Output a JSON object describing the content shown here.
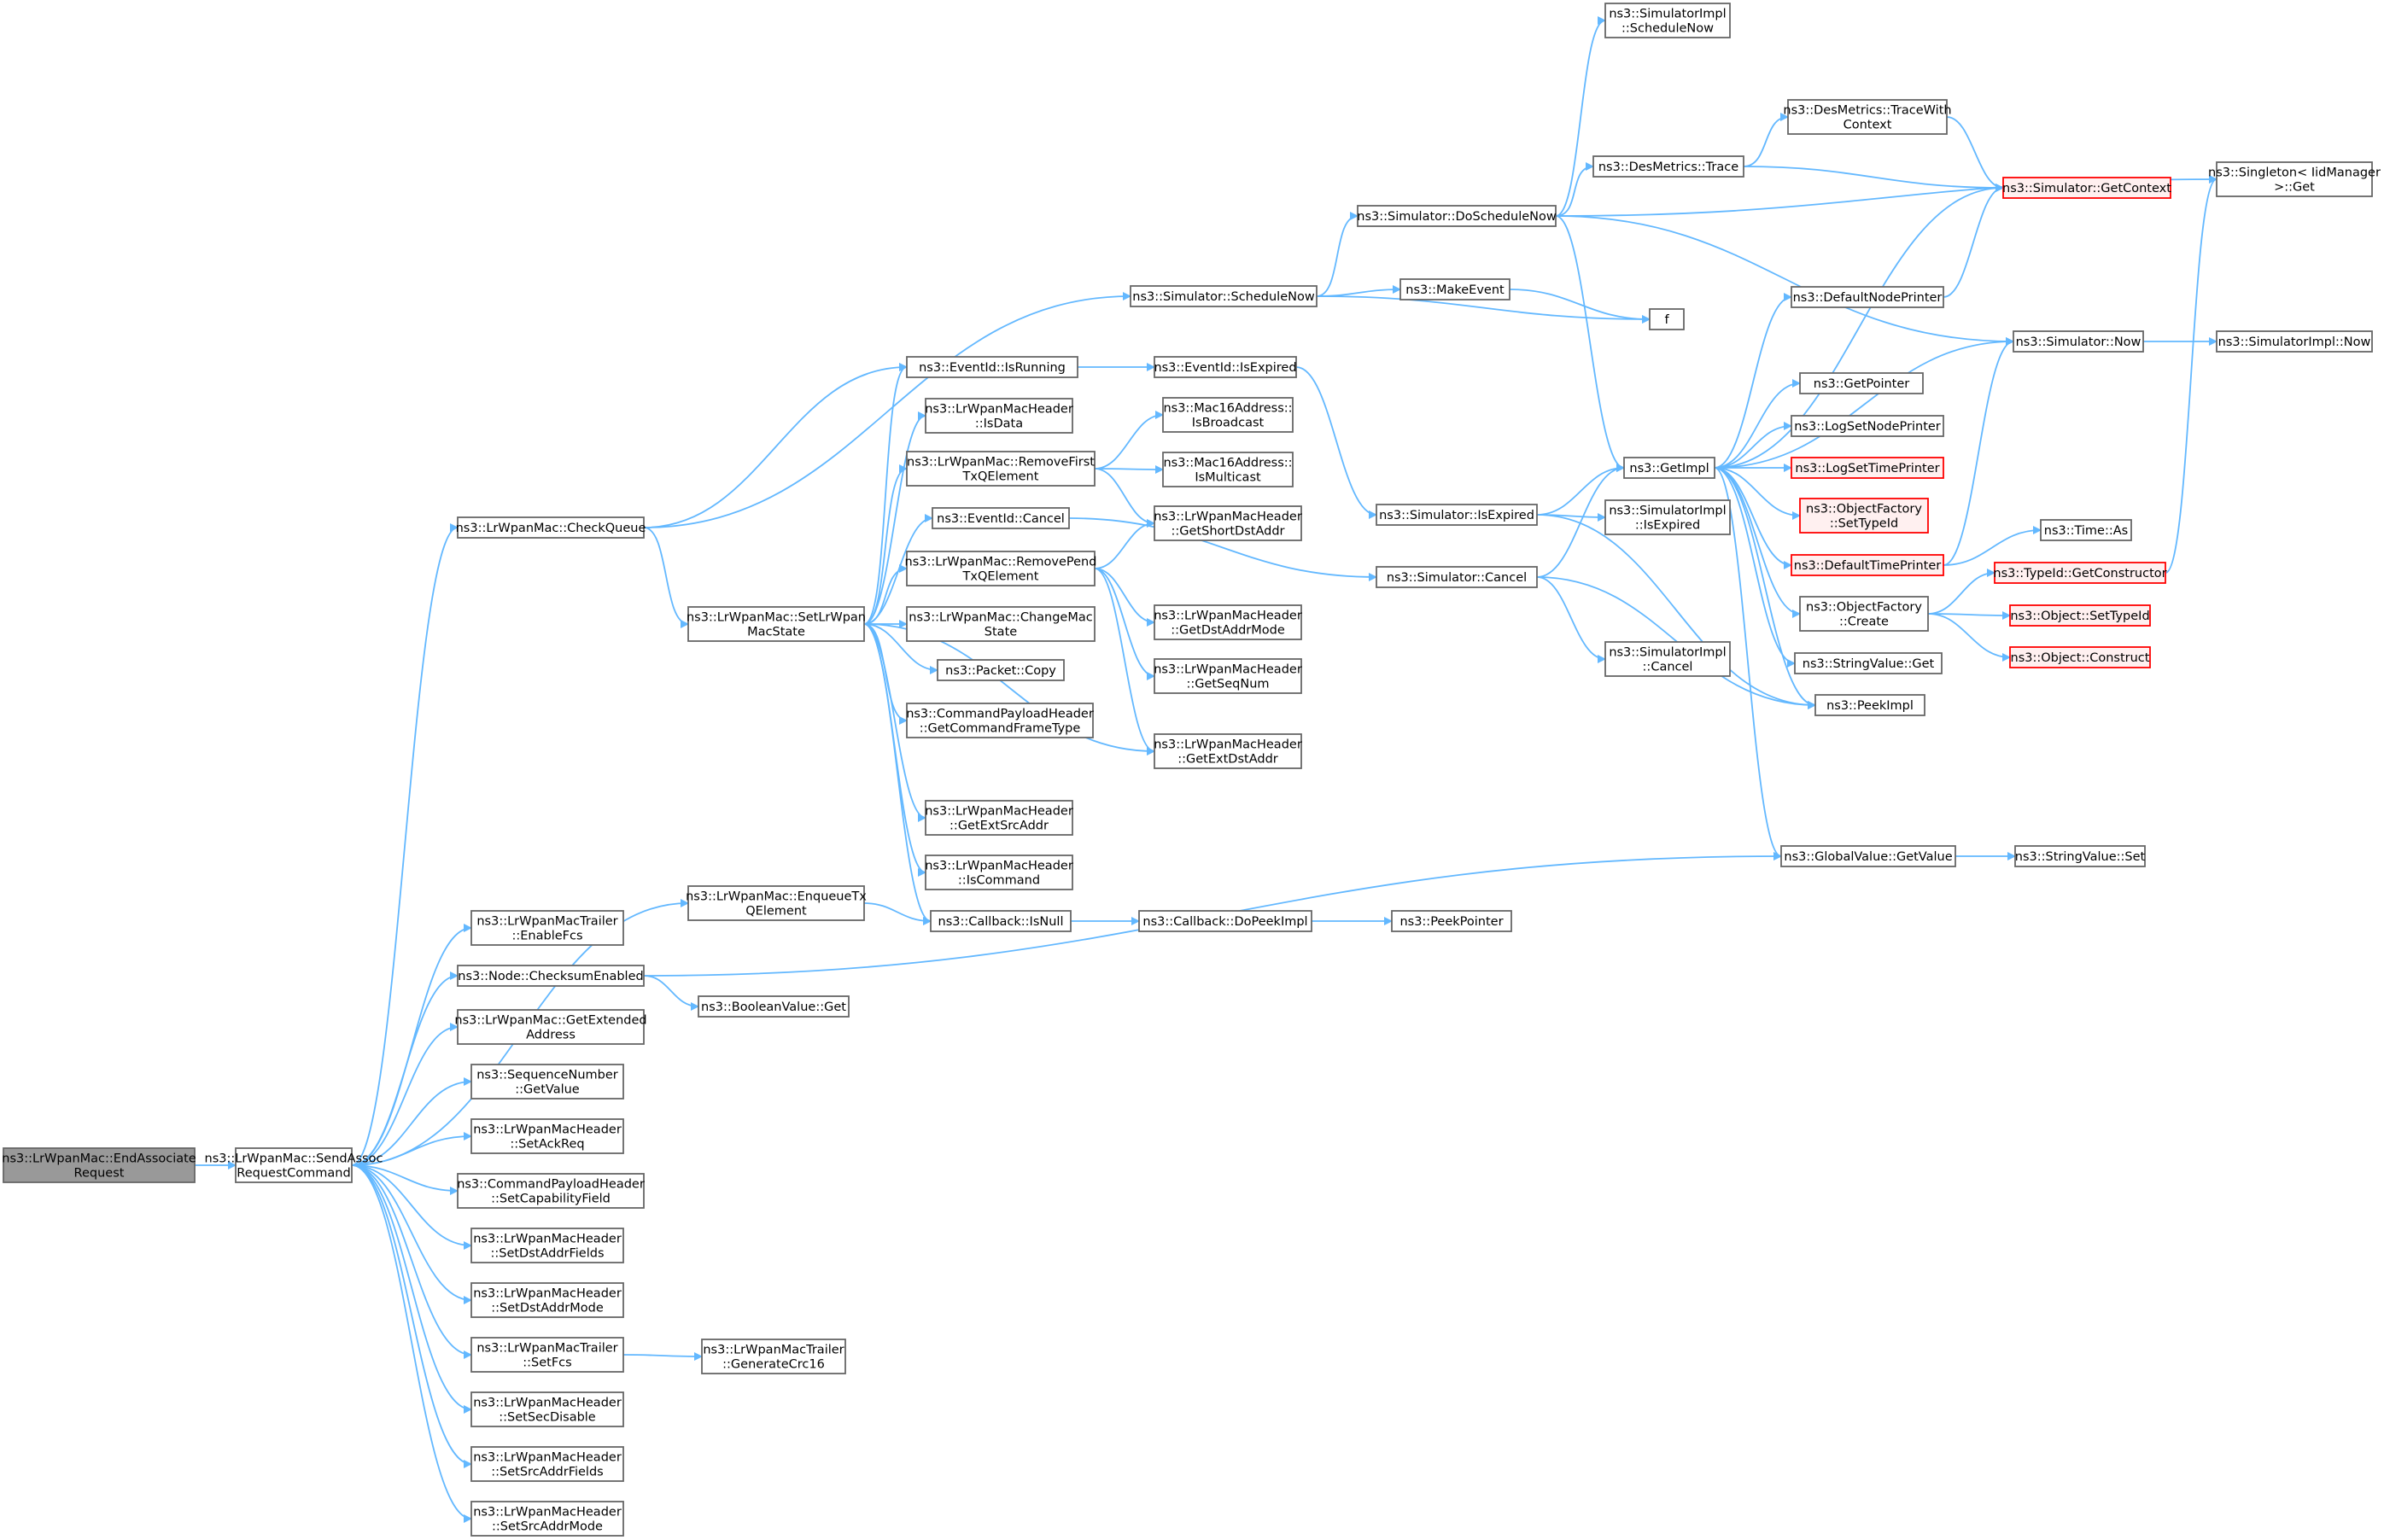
{
  "graph": {
    "nodes": {
      "end_assoc": [
        "ns3::LrWpanMac::EndAssociate",
        "Request"
      ],
      "send_assoc": [
        "ns3::LrWpanMac::SendAssoc",
        "RequestCommand"
      ],
      "check_queue": [
        "ns3::LrWpanMac::CheckQueue"
      ],
      "enqueue_tx": [
        "ns3::LrWpanMac::EnqueueTx",
        "QElement"
      ],
      "trailer_enable_fcs": [
        "ns3::LrWpanMacTrailer",
        "::EnableFcs"
      ],
      "node_checksum": [
        "ns3::Node::ChecksumEnabled"
      ],
      "get_ext_address": [
        "ns3::LrWpanMac::GetExtended",
        "Address"
      ],
      "seq_get_value": [
        "ns3::SequenceNumber",
        "::GetValue"
      ],
      "hdr_set_ack_req": [
        "ns3::LrWpanMacHeader",
        "::SetAckReq"
      ],
      "cmd_set_capability": [
        "ns3::CommandPayloadHeader",
        "::SetCapabilityField"
      ],
      "hdr_set_dst_addr_fields": [
        "ns3::LrWpanMacHeader",
        "::SetDstAddrFields"
      ],
      "hdr_set_dst_addr_mode": [
        "ns3::LrWpanMacHeader",
        "::SetDstAddrMode"
      ],
      "trailer_set_fcs": [
        "ns3::LrWpanMacTrailer",
        "::SetFcs"
      ],
      "hdr_set_sec_disable": [
        "ns3::LrWpanMacHeader",
        "::SetSecDisable"
      ],
      "hdr_set_src_addr_fields": [
        "ns3::LrWpanMacHeader",
        "::SetSrcAddrFields"
      ],
      "hdr_set_src_addr_mode": [
        "ns3::LrWpanMacHeader",
        "::SetSrcAddrMode"
      ],
      "set_lrwpan_mac_state": [
        "ns3::LrWpanMac::SetLrWpan",
        "MacState"
      ],
      "boolean_get": [
        "ns3::BooleanValue::Get"
      ],
      "trailer_gen_crc": [
        "ns3::LrWpanMacTrailer",
        "::GenerateCrc16"
      ],
      "sim_schedule_now": [
        "ns3::Simulator::ScheduleNow"
      ],
      "eventid_is_running": [
        "ns3::EventId::IsRunning"
      ],
      "hdr_is_data": [
        "ns3::LrWpanMacHeader",
        "::IsData"
      ],
      "remove_first_tx": [
        "ns3::LrWpanMac::RemoveFirst",
        "TxQElement"
      ],
      "eventid_cancel": [
        "ns3::EventId::Cancel"
      ],
      "remove_pend_tx": [
        "ns3::LrWpanMac::RemovePend",
        "TxQElement"
      ],
      "change_mac_state": [
        "ns3::LrWpanMac::ChangeMac",
        "State"
      ],
      "packet_copy": [
        "ns3::Packet::Copy"
      ],
      "cmd_get_frame_type": [
        "ns3::CommandPayloadHeader",
        "::GetCommandFrameType"
      ],
      "hdr_get_ext_src_addr": [
        "ns3::LrWpanMacHeader",
        "::GetExtSrcAddr"
      ],
      "hdr_is_command": [
        "ns3::LrWpanMacHeader",
        "::IsCommand"
      ],
      "callback_is_null": [
        "ns3::Callback::IsNull"
      ],
      "eventid_is_expired": [
        "ns3::EventId::IsExpired"
      ],
      "mac16_is_broadcast": [
        "ns3::Mac16Address::",
        "IsBroadcast"
      ],
      "mac16_is_multicast": [
        "ns3::Mac16Address::",
        "IsMulticast"
      ],
      "hdr_get_short_dst": [
        "ns3::LrWpanMacHeader",
        "::GetShortDstAddr"
      ],
      "hdr_get_dst_addr_mode": [
        "ns3::LrWpanMacHeader",
        "::GetDstAddrMode"
      ],
      "hdr_get_seq_num": [
        "ns3::LrWpanMacHeader",
        "::GetSeqNum"
      ],
      "hdr_get_ext_dst": [
        "ns3::LrWpanMacHeader",
        "::GetExtDstAddr"
      ],
      "callback_do_peek": [
        "ns3::Callback::DoPeekImpl"
      ],
      "make_event": [
        "ns3::MakeEvent"
      ],
      "sim_do_schedule_now": [
        "ns3::Simulator::DoScheduleNow"
      ],
      "sim_is_expired": [
        "ns3::Simulator::IsExpired"
      ],
      "sim_cancel": [
        "ns3::Simulator::Cancel"
      ],
      "peek_pointer": [
        "ns3::PeekPointer"
      ],
      "simimpl_schedule_now": [
        "ns3::SimulatorImpl",
        "::ScheduleNow"
      ],
      "desmetrics_trace": [
        "ns3::DesMetrics::Trace"
      ],
      "get_impl": [
        "ns3::GetImpl"
      ],
      "simimpl_is_expired": [
        "ns3::SimulatorImpl",
        "::IsExpired"
      ],
      "simimpl_cancel": [
        "ns3::SimulatorImpl",
        "::Cancel"
      ],
      "f": [
        "f"
      ],
      "desmetrics_trace_ctx": [
        "ns3::DesMetrics::TraceWith",
        "Context"
      ],
      "default_node_printer": [
        "ns3::DefaultNodePrinter"
      ],
      "get_pointer": [
        "ns3::GetPointer"
      ],
      "log_set_node_printer": [
        "ns3::LogSetNodePrinter"
      ],
      "log_set_time_printer": [
        "ns3::LogSetTimePrinter"
      ],
      "objfactory_set_typeid": [
        "ns3::ObjectFactory",
        "::SetTypeId"
      ],
      "default_time_printer": [
        "ns3::DefaultTimePrinter"
      ],
      "objfactory_create": [
        "ns3::ObjectFactory",
        "::Create"
      ],
      "stringvalue_get": [
        "ns3::StringValue::Get"
      ],
      "peek_impl": [
        "ns3::PeekImpl"
      ],
      "globalvalue_get": [
        "ns3::GlobalValue::GetValue"
      ],
      "sim_get_context": [
        "ns3::Simulator::GetContext"
      ],
      "sim_now": [
        "ns3::Simulator::Now"
      ],
      "time_as": [
        "ns3::Time::As"
      ],
      "typeid_get_constructor": [
        "ns3::TypeId::GetConstructor"
      ],
      "object_set_typeid": [
        "ns3::Object::SetTypeId"
      ],
      "object_construct": [
        "ns3::Object::Construct"
      ],
      "stringvalue_set": [
        "ns3::StringValue::Set"
      ],
      "singleton_get": [
        "ns3::Singleton< IidManager",
        ">::Get"
      ],
      "simimpl_now": [
        "ns3::SimulatorImpl::Now"
      ]
    },
    "colors": {
      "edge": "#63b8ff",
      "node_border": "#666666",
      "truncated_border": "#ff0000",
      "truncated_fill": "#fff0f0",
      "root_fill": "#999999"
    }
  }
}
